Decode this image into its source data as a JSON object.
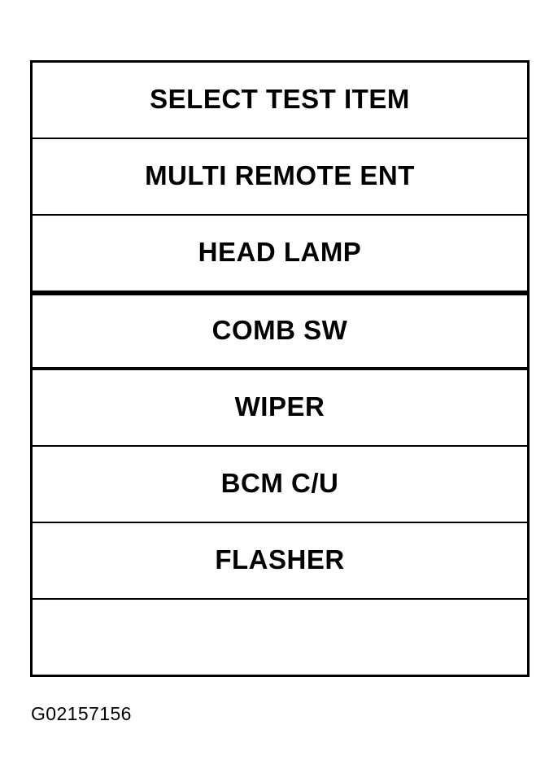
{
  "figure": {
    "caption": "G02157156",
    "background_color": "#ffffff",
    "line_color": "#000000"
  },
  "menu": {
    "title": "SELECT TEST ITEM",
    "selected_index": 3,
    "rows": [
      {
        "label": "SELECT TEST ITEM",
        "selected": false,
        "empty": false
      },
      {
        "label": "MULTI REMOTE ENT",
        "selected": false,
        "empty": false
      },
      {
        "label": "HEAD LAMP",
        "selected": false,
        "empty": false
      },
      {
        "label": "COMB SW",
        "selected": true,
        "empty": false
      },
      {
        "label": "WIPER",
        "selected": false,
        "empty": false
      },
      {
        "label": "BCM C/U",
        "selected": false,
        "empty": false
      },
      {
        "label": "FLASHER",
        "selected": false,
        "empty": false
      },
      {
        "label": "",
        "selected": false,
        "empty": true
      }
    ]
  }
}
